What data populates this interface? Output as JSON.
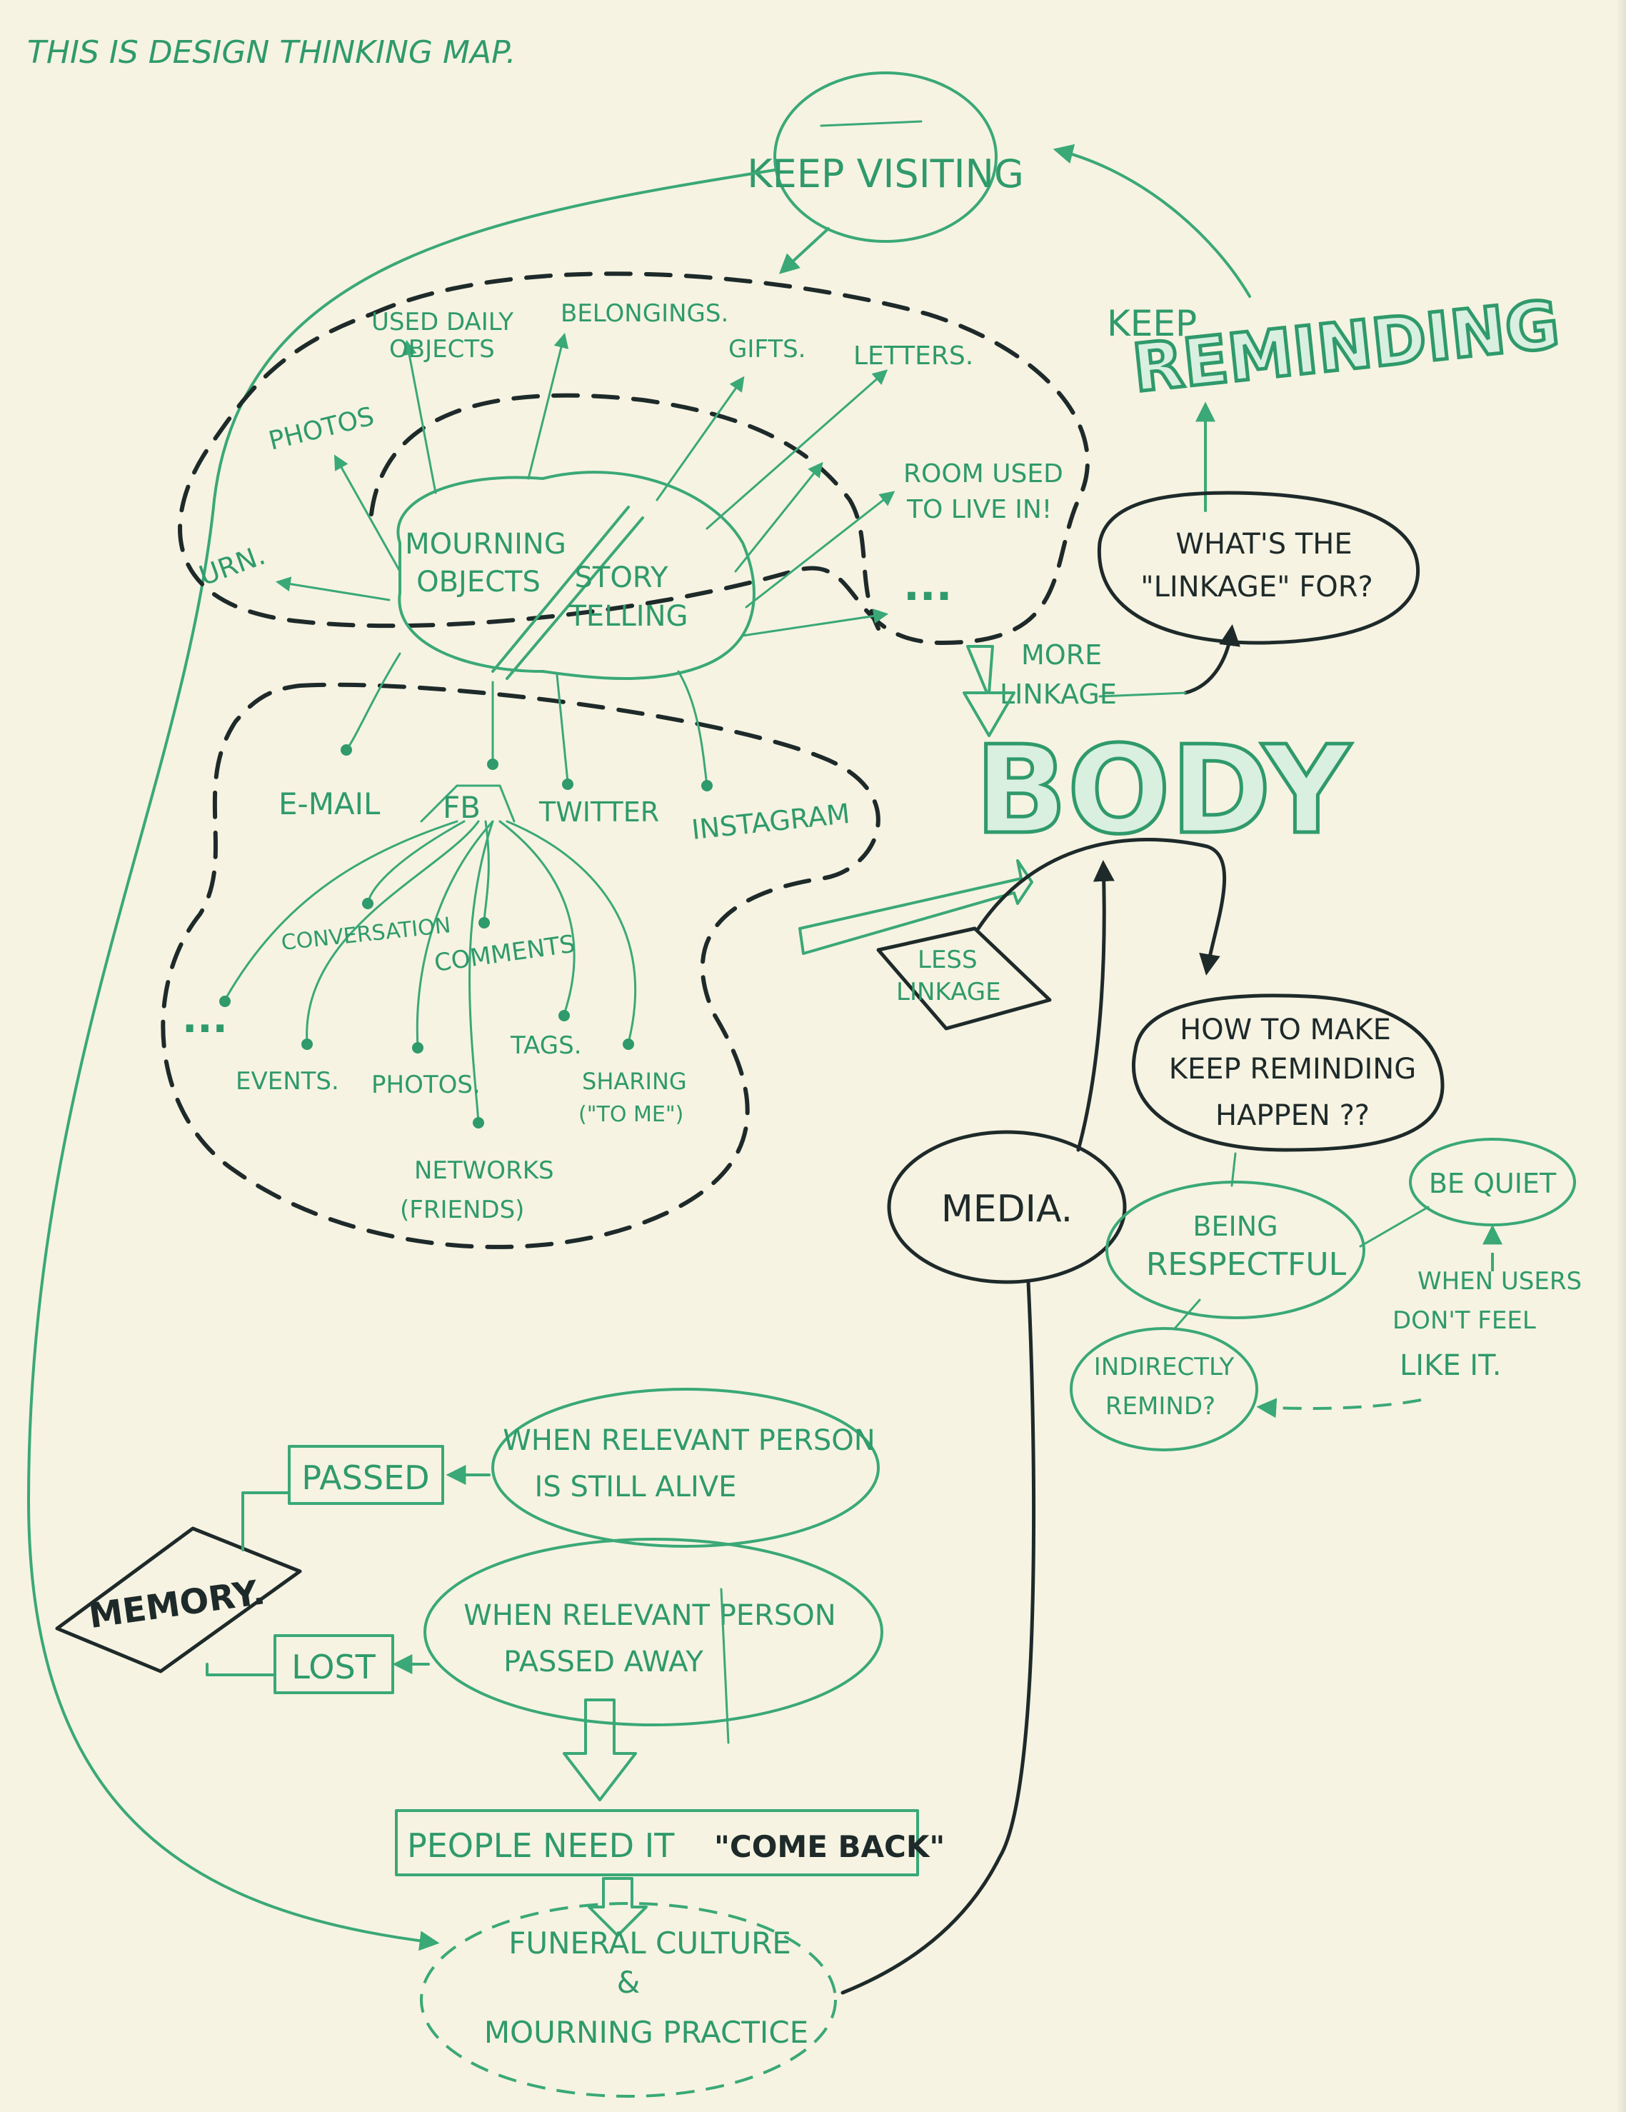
{
  "title": "THIS IS DESIGN THINKING MAP.",
  "nodes": {
    "keep_visiting": "KEEP VISITING",
    "keep_reminding_small": "KEEP",
    "keep_reminding_big": "REMINDING",
    "used_daily_objects_1": "USED DAILY",
    "used_daily_objects_2": "OBJECTS",
    "belongings": "BELONGINGS.",
    "gifts": "GIFTS.",
    "letters": "LETTERS.",
    "photos_top": "PHOTOS",
    "urn": "URN.",
    "room_1": "ROOM USED",
    "room_2": "TO LIVE IN!",
    "ellipsis_top": "...",
    "mourning_1": "MOURNING",
    "mourning_2": "OBJECTS",
    "story_1": "STORY",
    "story_2": "TELLING",
    "linkage_q_1": "WHAT'S THE",
    "linkage_q_2": "\"LINKAGE\" FOR?",
    "more_linkage_1": "MORE",
    "more_linkage_2": "LINKAGE",
    "body": "BODY",
    "email": "E-MAIL",
    "fb": "FB",
    "twitter": "TWITTER",
    "instagram": "INSTAGRAM",
    "conversation": "CONVERSATION",
    "comments": "COMMENTS",
    "ellipsis_left": "...",
    "events": "EVENTS.",
    "photos_bottom": "PHOTOS.",
    "tags": "TAGS.",
    "sharing_1": "SHARING",
    "sharing_2": "(\"TO ME\")",
    "networks_1": "NETWORKS",
    "networks_2": "(FRIENDS)",
    "less_linkage_1": "LESS",
    "less_linkage_2": "LINKAGE",
    "how_1": "HOW TO MAKE",
    "how_2": "KEEP REMINDING",
    "how_3": "HAPPEN ??",
    "media": "MEDIA.",
    "be_quiet": "BE QUIET",
    "respectful_1": "BEING",
    "respectful_2": "RESPECTFUL",
    "when_users_1": "WHEN USERS",
    "when_users_2": "DON'T FEEL",
    "when_users_3": "LIKE IT.",
    "indirectly_1": "INDIRECTLY",
    "indirectly_2": "REMIND?",
    "alive_1": "WHEN RELEVANT PERSON",
    "alive_2": "IS STILL ALIVE",
    "passed": "PASSED",
    "memory": "MEMORY.",
    "passed_away_1": "WHEN RELEVANT PERSON",
    "passed_away_2": "PASSED AWAY",
    "lost": "LOST",
    "come_back_1": "PEOPLE NEED IT",
    "come_back_2": "\"COME BACK\"",
    "funeral_1": "FUNERAL CULTURE",
    "funeral_2": "&",
    "funeral_3": "MOURNING PRACTICE"
  }
}
